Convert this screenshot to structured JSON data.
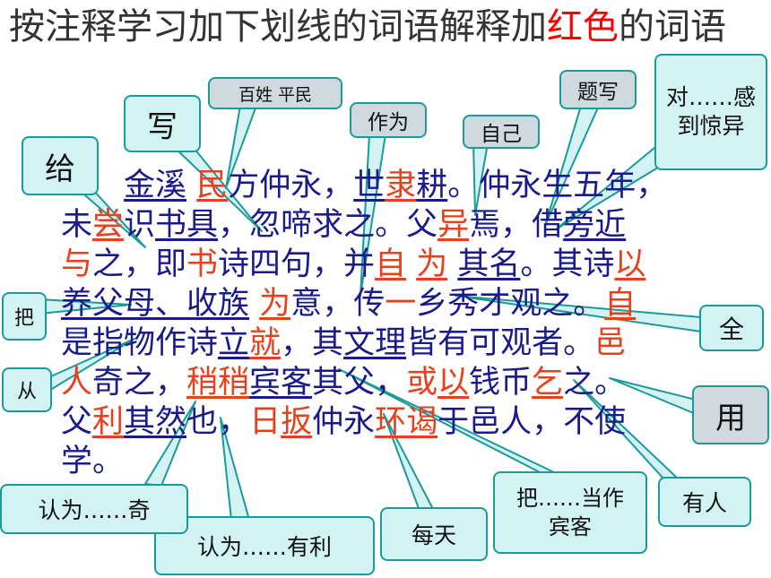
{
  "title": {
    "part1": "按注释学习加下划线的词语解释加",
    "highlight": "红色",
    "part2": "的词语"
  },
  "passage": {
    "line1": [
      {
        "t": "　　",
        "s": ""
      },
      {
        "t": "金溪",
        "s": "u"
      },
      {
        "t": " ",
        "s": ""
      },
      {
        "t": "民",
        "s": "u r"
      },
      {
        "t": "方仲永，",
        "s": ""
      },
      {
        "t": "世",
        "s": "u"
      },
      {
        "t": "隶",
        "s": "u r"
      },
      {
        "t": "耕",
        "s": "u"
      },
      {
        "t": "。仲永生五年，",
        "s": ""
      }
    ],
    "line2": [
      {
        "t": "未",
        "s": ""
      },
      {
        "t": "尝",
        "s": "u r"
      },
      {
        "t": "识",
        "s": ""
      },
      {
        "t": "书具",
        "s": "u"
      },
      {
        "t": "，忽啼求之。父",
        "s": ""
      },
      {
        "t": "异",
        "s": "u r"
      },
      {
        "t": "焉，借",
        "s": ""
      },
      {
        "t": "旁近",
        "s": "u"
      }
    ],
    "line3": [
      {
        "t": "与",
        "s": "r"
      },
      {
        "t": "之，即",
        "s": ""
      },
      {
        "t": "书",
        "s": "r"
      },
      {
        "t": "诗四句，并",
        "s": ""
      },
      {
        "t": "自",
        "s": "u r"
      },
      {
        "t": " ",
        "s": ""
      },
      {
        "t": "为",
        "s": "u r"
      },
      {
        "t": " ",
        "s": ""
      },
      {
        "t": "其名",
        "s": "u"
      },
      {
        "t": "。其诗",
        "s": ""
      },
      {
        "t": "以",
        "s": "u r"
      }
    ],
    "line4": [
      {
        "t": "养父母、",
        "s": "u"
      },
      {
        "t": "收族",
        "s": "u"
      },
      {
        "t": " ",
        "s": ""
      },
      {
        "t": "为",
        "s": "u r"
      },
      {
        "t": "意，传",
        "s": ""
      },
      {
        "t": "一",
        "s": "r"
      },
      {
        "t": "乡秀才观之。",
        "s": ""
      },
      {
        "t": "自",
        "s": "u r"
      }
    ],
    "line5": [
      {
        "t": "是指物作诗",
        "s": ""
      },
      {
        "t": "立",
        "s": "u"
      },
      {
        "t": "就",
        "s": "u r"
      },
      {
        "t": "，其",
        "s": ""
      },
      {
        "t": "文理",
        "s": "u"
      },
      {
        "t": "皆有可观者。",
        "s": ""
      },
      {
        "t": "邑",
        "s": "r"
      }
    ],
    "line6": [
      {
        "t": "人",
        "s": "r"
      },
      {
        "t": "奇之，",
        "s": ""
      },
      {
        "t": "稍稍",
        "s": "u r"
      },
      {
        "t": "宾客",
        "s": "u"
      },
      {
        "t": "其父，",
        "s": ""
      },
      {
        "t": "或",
        "s": "r"
      },
      {
        "t": "以",
        "s": "u r"
      },
      {
        "t": "钱币",
        "s": ""
      },
      {
        "t": "乞",
        "s": "u r"
      },
      {
        "t": "之。",
        "s": ""
      }
    ],
    "line7": [
      {
        "t": "父",
        "s": ""
      },
      {
        "t": "利",
        "s": "u r"
      },
      {
        "t": "其然",
        "s": "u"
      },
      {
        "t": "也，",
        "s": ""
      },
      {
        "t": "日",
        "s": "r"
      },
      {
        "t": "扳",
        "s": "u r"
      },
      {
        "t": "仲永",
        "s": ""
      },
      {
        "t": "环谒",
        "s": "u r"
      },
      {
        "t": "于邑人，不使",
        "s": ""
      }
    ],
    "line8": [
      {
        "t": "学。",
        "s": ""
      }
    ]
  },
  "annotations": {
    "gei": "给",
    "xie": "写",
    "baixing": "百姓 平民",
    "zuowei": "作为",
    "ziji": "自己",
    "tixie": "题写",
    "jingyi": "对……感到惊异",
    "ba": "把",
    "cong": "从",
    "quan": "全",
    "yong": "用",
    "youren": "有人",
    "dangzuo": "把……当作宾客",
    "meitian": "每天",
    "youli": "认为……有利",
    "qi": "认为……奇"
  }
}
